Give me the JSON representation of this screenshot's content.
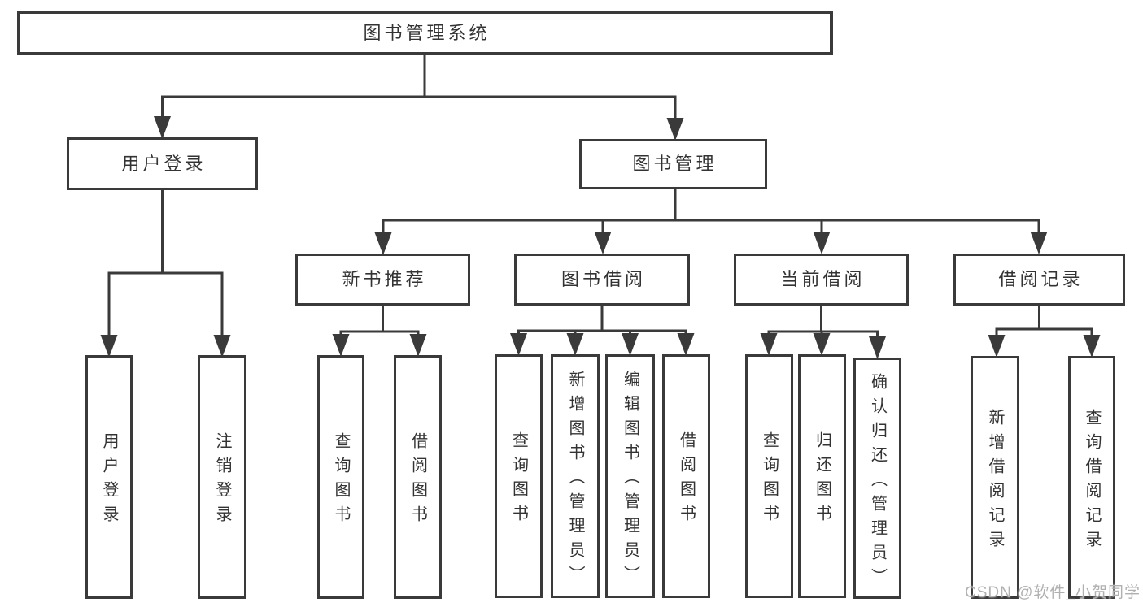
{
  "colors": {
    "line": "#3a3a3a",
    "box_border": "#3a3a3a",
    "text": "#333333",
    "watermark": "#b0b0b0",
    "background": "#ffffff"
  },
  "watermark": "CSDN @软件_小贺同学",
  "tree": {
    "label": "图书管理系统",
    "children": [
      {
        "label": "用户登录",
        "children": [
          {
            "label": "用户登录"
          },
          {
            "label": "注销登录"
          }
        ]
      },
      {
        "label": "图书管理",
        "children": [
          {
            "label": "新书推荐",
            "children": [
              {
                "label": "查询图书"
              },
              {
                "label": "借阅图书"
              }
            ]
          },
          {
            "label": "图书借阅",
            "children": [
              {
                "label": "查询图书"
              },
              {
                "label": "新增图书（管理员）"
              },
              {
                "label": "编辑图书（管理员）"
              },
              {
                "label": "借阅图书"
              }
            ]
          },
          {
            "label": "当前借阅",
            "children": [
              {
                "label": "查询图书"
              },
              {
                "label": "归还图书"
              },
              {
                "label": "确认归还（管理员）"
              }
            ]
          },
          {
            "label": "借阅记录",
            "children": [
              {
                "label": "新增借阅记录"
              },
              {
                "label": "查询借阅记录"
              }
            ]
          }
        ]
      }
    ]
  }
}
